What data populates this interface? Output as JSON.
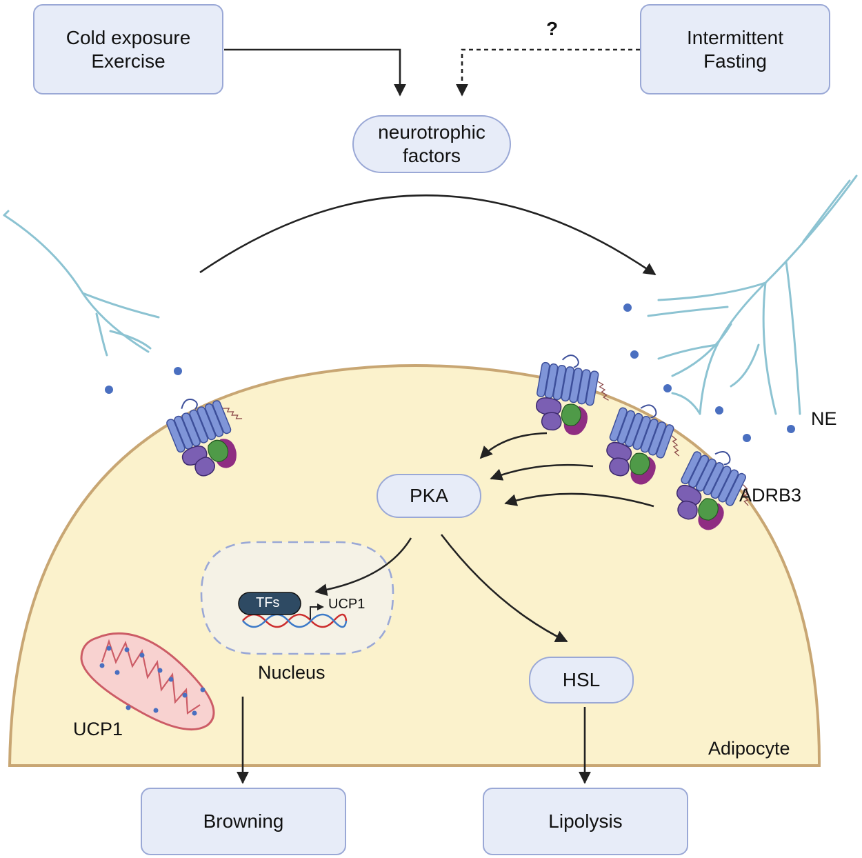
{
  "inputs": {
    "cold_line1": "Cold exposure",
    "cold_line2": "Exercise",
    "fasting_line1": "Intermittent",
    "fasting_line2": "Fasting",
    "unknown_mark": "?"
  },
  "factors": {
    "line1": "neurotrophic",
    "line2": "factors"
  },
  "labels": {
    "ne": "NE",
    "adrb3": "ADRB3",
    "pka": "PKA",
    "hsl": "HSL",
    "tfs": "TFs",
    "ucp1_gene": "UCP1",
    "nucleus": "Nucleus",
    "ucp1_mito": "UCP1",
    "adipocyte": "Adipocyte"
  },
  "outputs": {
    "browning": "Browning",
    "lipolysis": "Lipolysis"
  },
  "colors": {
    "box_fill": "#e7ecf8",
    "box_border": "#9aa8d6",
    "cell_fill": "#fbf2cc",
    "cell_border": "#c8a673",
    "nerve": "#8cc3d2",
    "ne_dot": "#4a6fc0",
    "receptor": "#7f95d8",
    "g_alpha": "#7b5fb3",
    "g_beta": "#4f9a48",
    "g_gamma": "#8f2d82",
    "mito": "#cc5c66",
    "dna_red": "#cc2d2d",
    "dna_blue": "#3c7ac8",
    "tf_fill": "#2e4a63"
  }
}
